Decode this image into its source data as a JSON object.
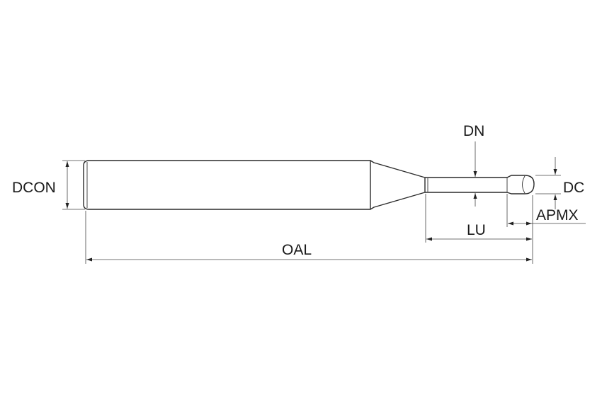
{
  "labels": {
    "dcon": "DCON",
    "oal": "OAL",
    "dn": "DN",
    "dc": "DC",
    "lu": "LU",
    "apmx": "APMX"
  }
}
